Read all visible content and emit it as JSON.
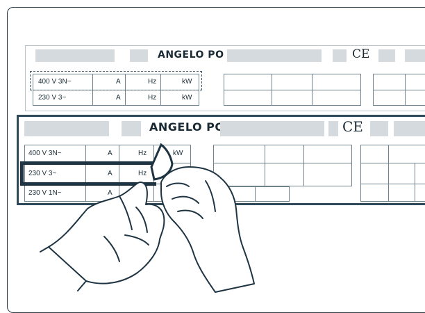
{
  "brand": "ANGELO PO",
  "ce_mark": "CE",
  "back_plate": {
    "rows": [
      {
        "voltage": "400 V 3N~",
        "amp": "A",
        "hz": "Hz",
        "kw": "kW"
      },
      {
        "voltage": "230 V 3~",
        "amp": "A",
        "hz": "Hz",
        "kw": "kW"
      }
    ]
  },
  "front_plate": {
    "rows": [
      {
        "voltage": "400 V 3N~",
        "amp": "A",
        "hz": "Hz",
        "kw": "kW"
      },
      {
        "voltage": "230 V 3~",
        "amp": "A",
        "hz": "Hz",
        "kw": ""
      },
      {
        "voltage": "230 V 1N~",
        "amp": "A",
        "hz": "",
        "kw": ""
      }
    ]
  },
  "colors": {
    "frame": "#2a3a44",
    "plate_border": "#2e4a5a",
    "highlight": "#1f3442",
    "grey_field": "#d4dadd"
  },
  "icons": [
    "hand-left-icon",
    "hand-right-icon"
  ]
}
